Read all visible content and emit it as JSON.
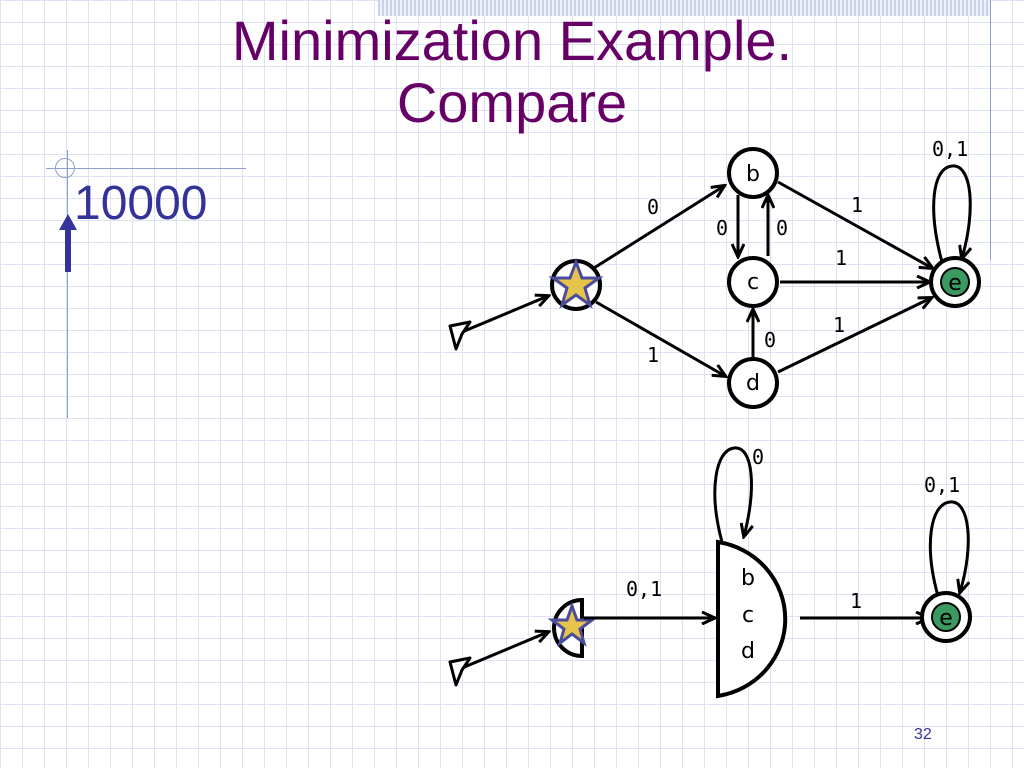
{
  "slide": {
    "title_line1": "Minimization Example.",
    "title_line2": "Compare",
    "bullet": "10000",
    "page_number": "32"
  },
  "original_dfa": {
    "states": [
      "b",
      "c",
      "d",
      "e"
    ],
    "start_state_icon": "star-icon",
    "edge_labels": {
      "start_to_b": "0",
      "start_to_d": "1",
      "b_to_c": "0",
      "c_to_b": "0",
      "d_to_c": "0",
      "b_to_e": "1",
      "c_to_e": "1",
      "d_to_e": "1",
      "e_self": "0,1"
    }
  },
  "minimized_dfa": {
    "merged_state": [
      "b",
      "c",
      "d"
    ],
    "final_state": "e",
    "edge_labels": {
      "start_to_bcd": "0,1",
      "bcd_self": "0",
      "bcd_to_e": "1",
      "e_self": "0,1"
    }
  },
  "colors": {
    "title": "#660066",
    "bullet": "#333399",
    "star_fill": "#e6c34a",
    "star_stroke": "#4a4d9c",
    "final_fill": "#3a9a62"
  }
}
